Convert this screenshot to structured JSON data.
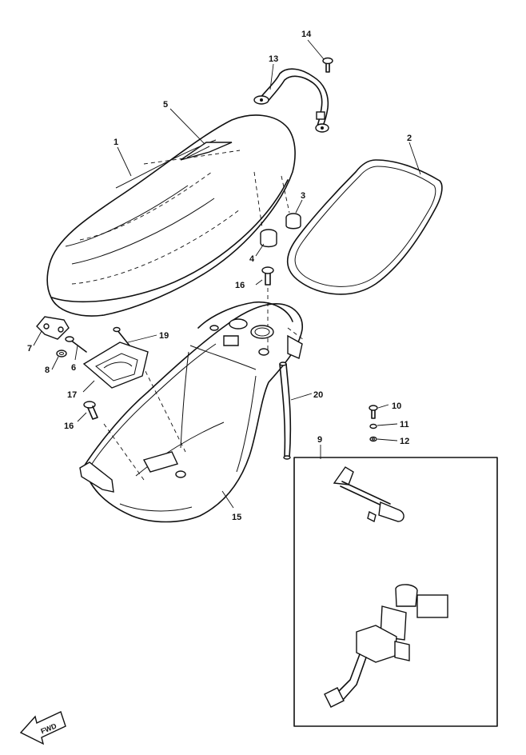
{
  "callouts": [
    {
      "id": "c1",
      "text": "1"
    },
    {
      "id": "c2",
      "text": "2"
    },
    {
      "id": "c3",
      "text": "3"
    },
    {
      "id": "c4",
      "text": "4"
    },
    {
      "id": "c5",
      "text": "5"
    },
    {
      "id": "c6",
      "text": "6"
    },
    {
      "id": "c7",
      "text": "7"
    },
    {
      "id": "c8",
      "text": "8"
    },
    {
      "id": "c9",
      "text": "9"
    },
    {
      "id": "c10",
      "text": "10"
    },
    {
      "id": "c11",
      "text": "11"
    },
    {
      "id": "c12",
      "text": "12"
    },
    {
      "id": "c13",
      "text": "13"
    },
    {
      "id": "c14",
      "text": "14"
    },
    {
      "id": "c15",
      "text": "15"
    },
    {
      "id": "c16a",
      "text": "16"
    },
    {
      "id": "c16b",
      "text": "16"
    },
    {
      "id": "c17",
      "text": "17"
    },
    {
      "id": "c19",
      "text": "19"
    },
    {
      "id": "c20",
      "text": "20"
    }
  ],
  "fwd_arrow": {
    "text": "FWD"
  }
}
